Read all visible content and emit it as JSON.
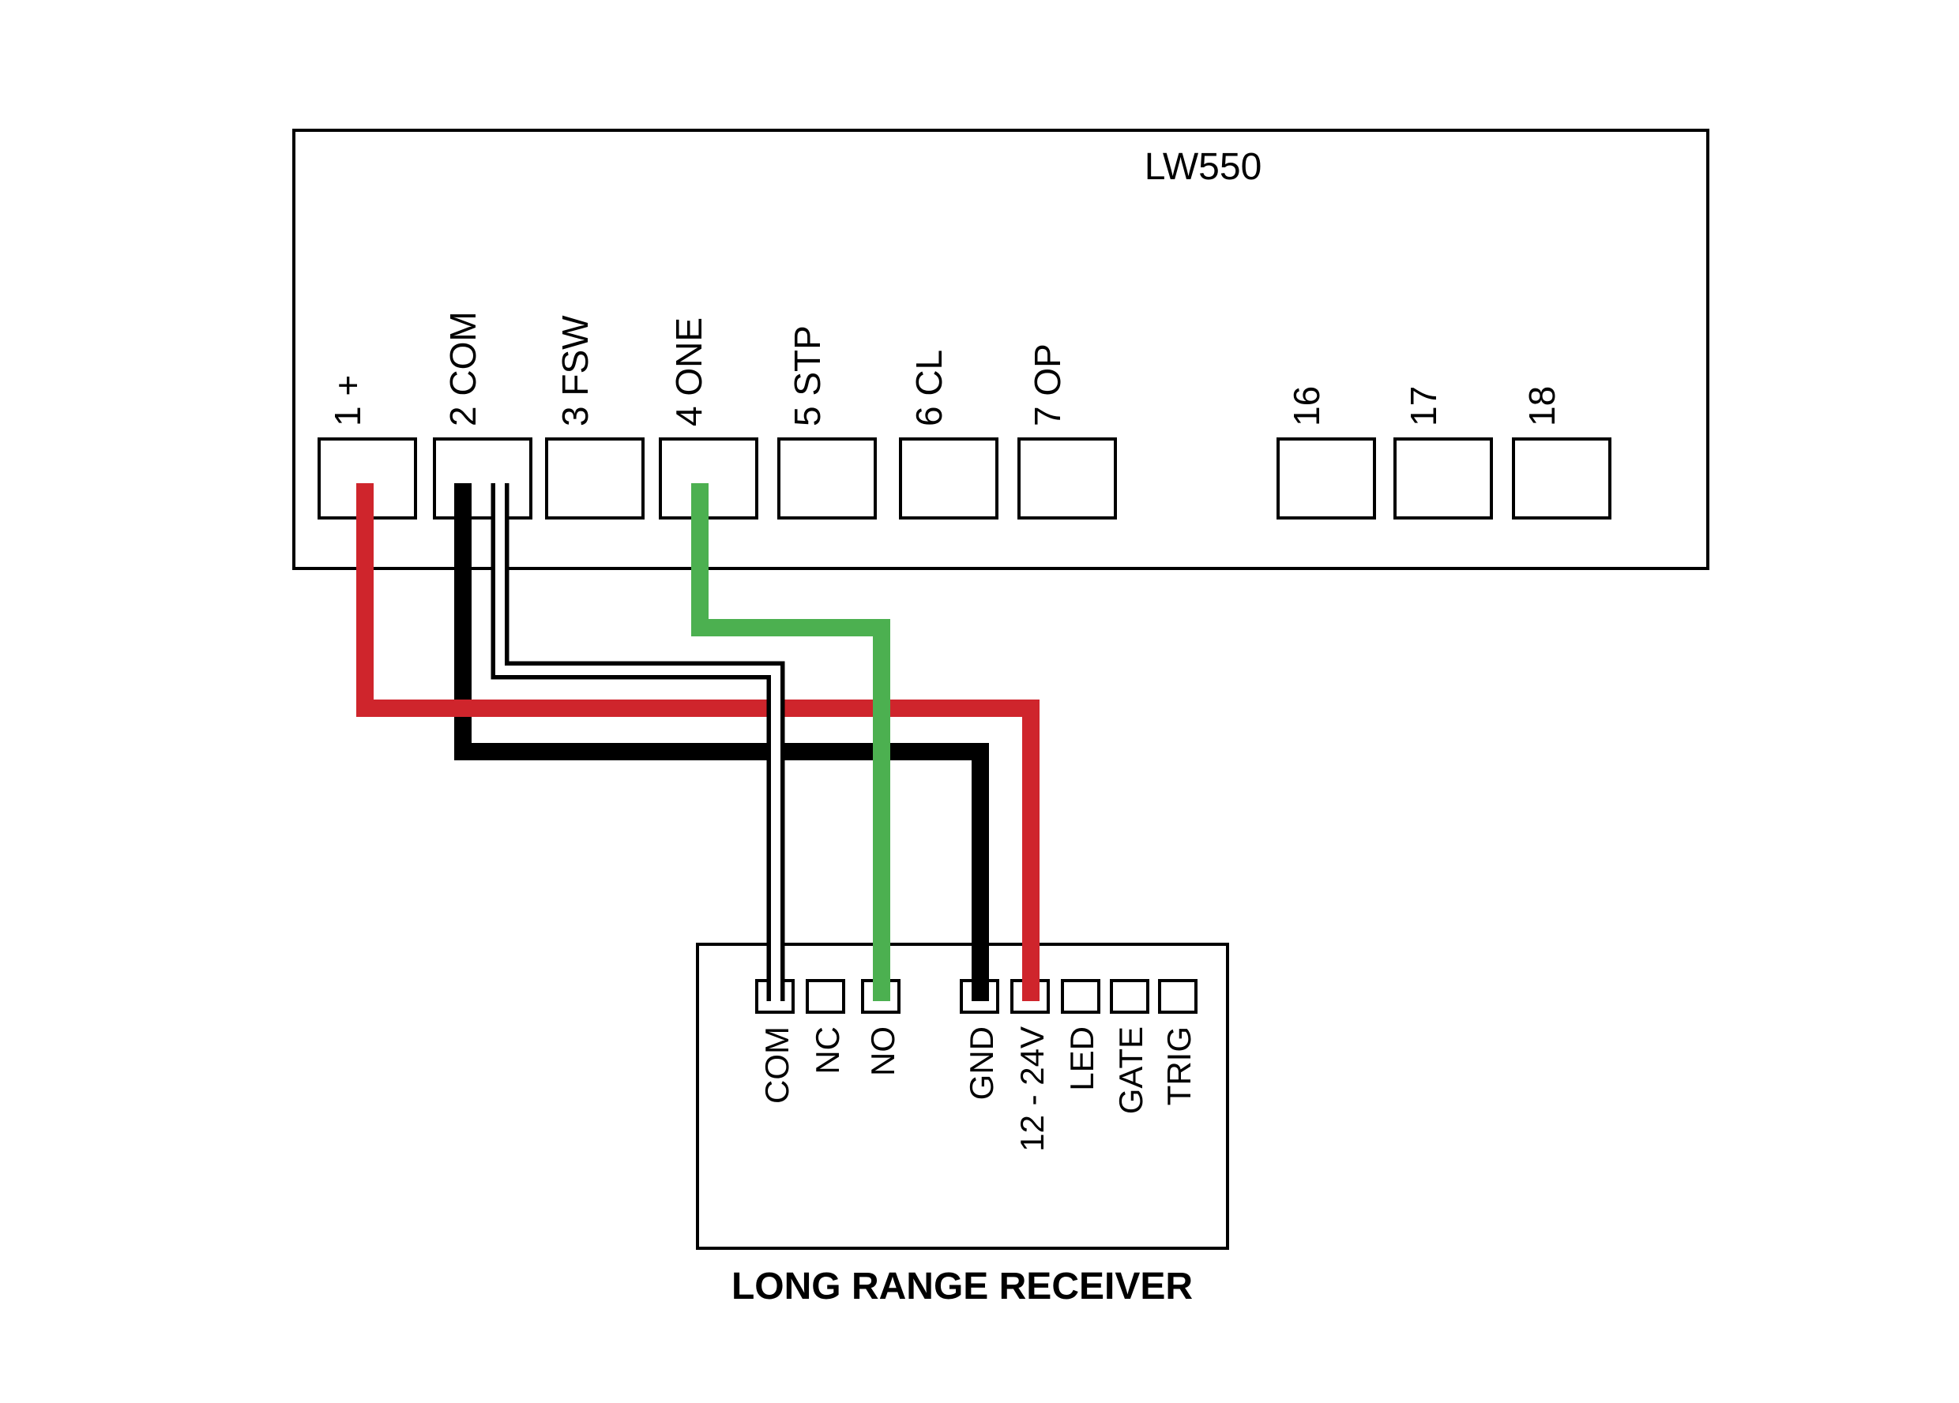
{
  "lw550": {
    "title": "LW550",
    "terminals": [
      {
        "label": "1 +"
      },
      {
        "label": "2 COM"
      },
      {
        "label": "3 FSW"
      },
      {
        "label": "4 ONE"
      },
      {
        "label": "5 STP"
      },
      {
        "label": "6 CL"
      },
      {
        "label": "7 OP"
      },
      {
        "label": "16"
      },
      {
        "label": "17"
      },
      {
        "label": "18"
      }
    ]
  },
  "receiver": {
    "title": "LONG RANGE RECEIVER",
    "terminals": [
      {
        "label": "COM"
      },
      {
        "label": "NC"
      },
      {
        "label": "NO"
      },
      {
        "label": "GND"
      },
      {
        "label": "12 - 24V"
      },
      {
        "label": "LED"
      },
      {
        "label": "GATE"
      },
      {
        "label": "TRIG"
      }
    ]
  },
  "wires": [
    {
      "name": "red",
      "from": "LW550 1 +",
      "to": "12 - 24V",
      "color": "#cf252c"
    },
    {
      "name": "black",
      "from": "LW550 2 COM",
      "to": "GND",
      "color": "#000000"
    },
    {
      "name": "white",
      "from": "LW550 2 COM",
      "to": "COM",
      "color": "#ffffff",
      "outline": "#000000"
    },
    {
      "name": "green",
      "from": "LW550 4 ONE",
      "to": "NO",
      "color": "#4cb050"
    }
  ]
}
